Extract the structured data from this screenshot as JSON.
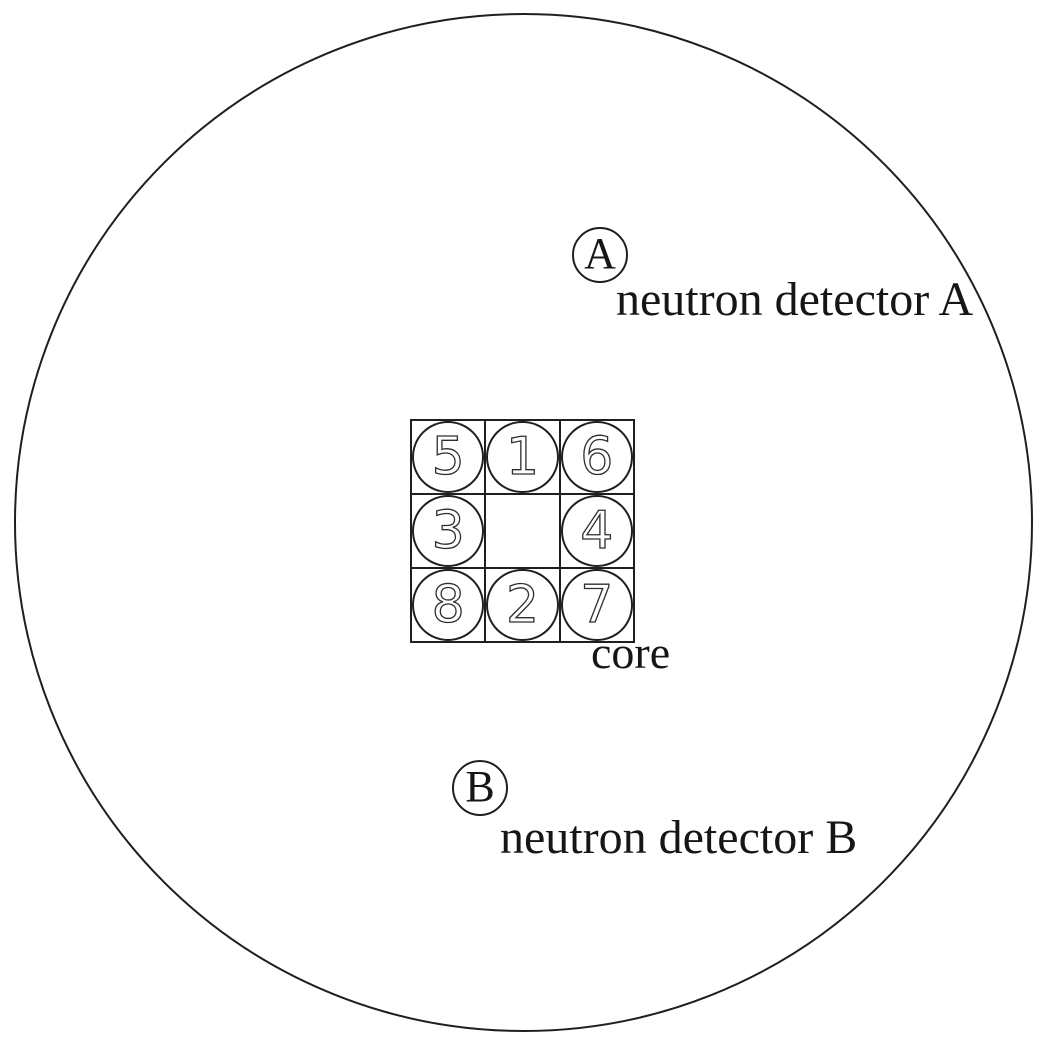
{
  "diagram": {
    "background_color": "#ffffff",
    "line_color": "#1f1f1f",
    "vessel": {
      "shape": "circle"
    },
    "core": {
      "label": "core",
      "grid": {
        "rows": 3,
        "cols": 3,
        "cells": [
          "5",
          "1",
          "6",
          "3",
          "",
          "4",
          "8",
          "2",
          "7"
        ]
      }
    },
    "detectors": {
      "a": {
        "symbol": "A",
        "label": "neutron detector A"
      },
      "b": {
        "symbol": "B",
        "label": "neutron detector B"
      }
    }
  }
}
